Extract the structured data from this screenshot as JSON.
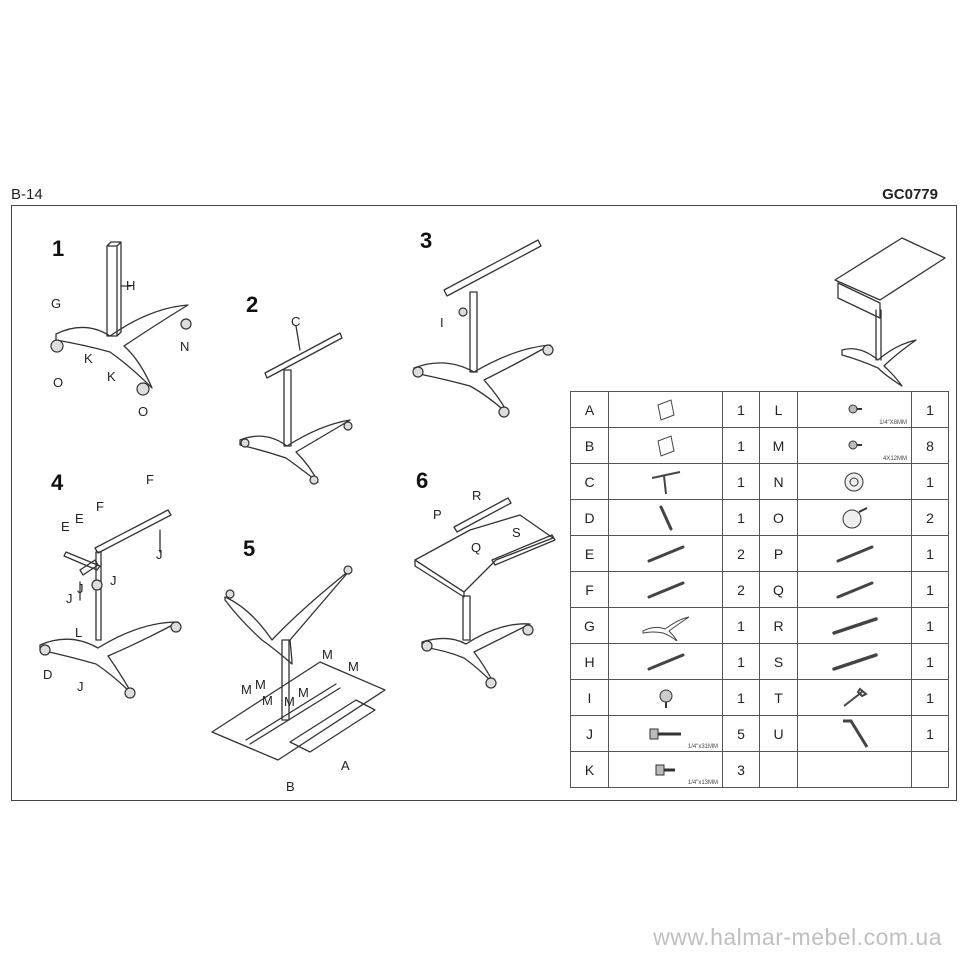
{
  "header": {
    "model": "B-14",
    "code": "GC0779"
  },
  "steps": [
    {
      "number": "1",
      "labels": [
        "H",
        "G",
        "N",
        "O",
        "K",
        "K",
        "O"
      ]
    },
    {
      "number": "2",
      "labels": [
        "C"
      ]
    },
    {
      "number": "3",
      "labels": [
        "I"
      ]
    },
    {
      "number": "4",
      "labels": [
        "F",
        "E",
        "F",
        "E",
        "J",
        "J",
        "J",
        "J",
        "L",
        "D",
        "J"
      ]
    },
    {
      "number": "5",
      "labels": [
        "M",
        "M",
        "M",
        "M",
        "M",
        "M",
        "M",
        "B",
        "A"
      ]
    },
    {
      "number": "6",
      "labels": [
        "R",
        "P",
        "S",
        "Q"
      ]
    }
  ],
  "parts": [
    {
      "left": {
        "code": "A",
        "qty": "1",
        "icon": "board-icon"
      },
      "right": {
        "code": "L",
        "qty": "1",
        "icon": "small-screw-icon",
        "spec": "1/4\"X8MM"
      }
    },
    {
      "left": {
        "code": "B",
        "qty": "1",
        "icon": "board-icon"
      },
      "right": {
        "code": "M",
        "qty": "8",
        "icon": "small-screw-icon",
        "spec": "4X12MM"
      }
    },
    {
      "left": {
        "code": "C",
        "qty": "1",
        "icon": "t-bar-icon"
      },
      "right": {
        "code": "N",
        "qty": "1",
        "icon": "wheel-icon"
      }
    },
    {
      "left": {
        "code": "D",
        "qty": "1",
        "icon": "rod-icon"
      },
      "right": {
        "code": "O",
        "qty": "2",
        "icon": "caster-icon"
      }
    },
    {
      "left": {
        "code": "E",
        "qty": "2",
        "icon": "bar-icon"
      },
      "right": {
        "code": "P",
        "qty": "1",
        "icon": "bar-icon"
      }
    },
    {
      "left": {
        "code": "F",
        "qty": "2",
        "icon": "bar-icon"
      },
      "right": {
        "code": "Q",
        "qty": "1",
        "icon": "bar-icon"
      }
    },
    {
      "left": {
        "code": "G",
        "qty": "1",
        "icon": "base-icon"
      },
      "right": {
        "code": "R",
        "qty": "1",
        "icon": "rail-icon"
      }
    },
    {
      "left": {
        "code": "H",
        "qty": "1",
        "icon": "bar-icon"
      },
      "right": {
        "code": "S",
        "qty": "1",
        "icon": "rail-icon"
      }
    },
    {
      "left": {
        "code": "I",
        "qty": "1",
        "icon": "knob-icon"
      },
      "right": {
        "code": "T",
        "qty": "1",
        "icon": "wrench-icon"
      }
    },
    {
      "left": {
        "code": "J",
        "qty": "5",
        "icon": "bolt-icon",
        "spec": "1/4\"x31MM"
      },
      "right": {
        "code": "U",
        "qty": "1",
        "icon": "allen-key-icon"
      }
    },
    {
      "left": {
        "code": "K",
        "qty": "3",
        "icon": "short-bolt-icon",
        "spec": "1/4\"x13MM"
      },
      "right": {
        "code": "",
        "qty": "",
        "icon": ""
      }
    }
  ],
  "watermark": "www.halmar-mebel.com.ua"
}
